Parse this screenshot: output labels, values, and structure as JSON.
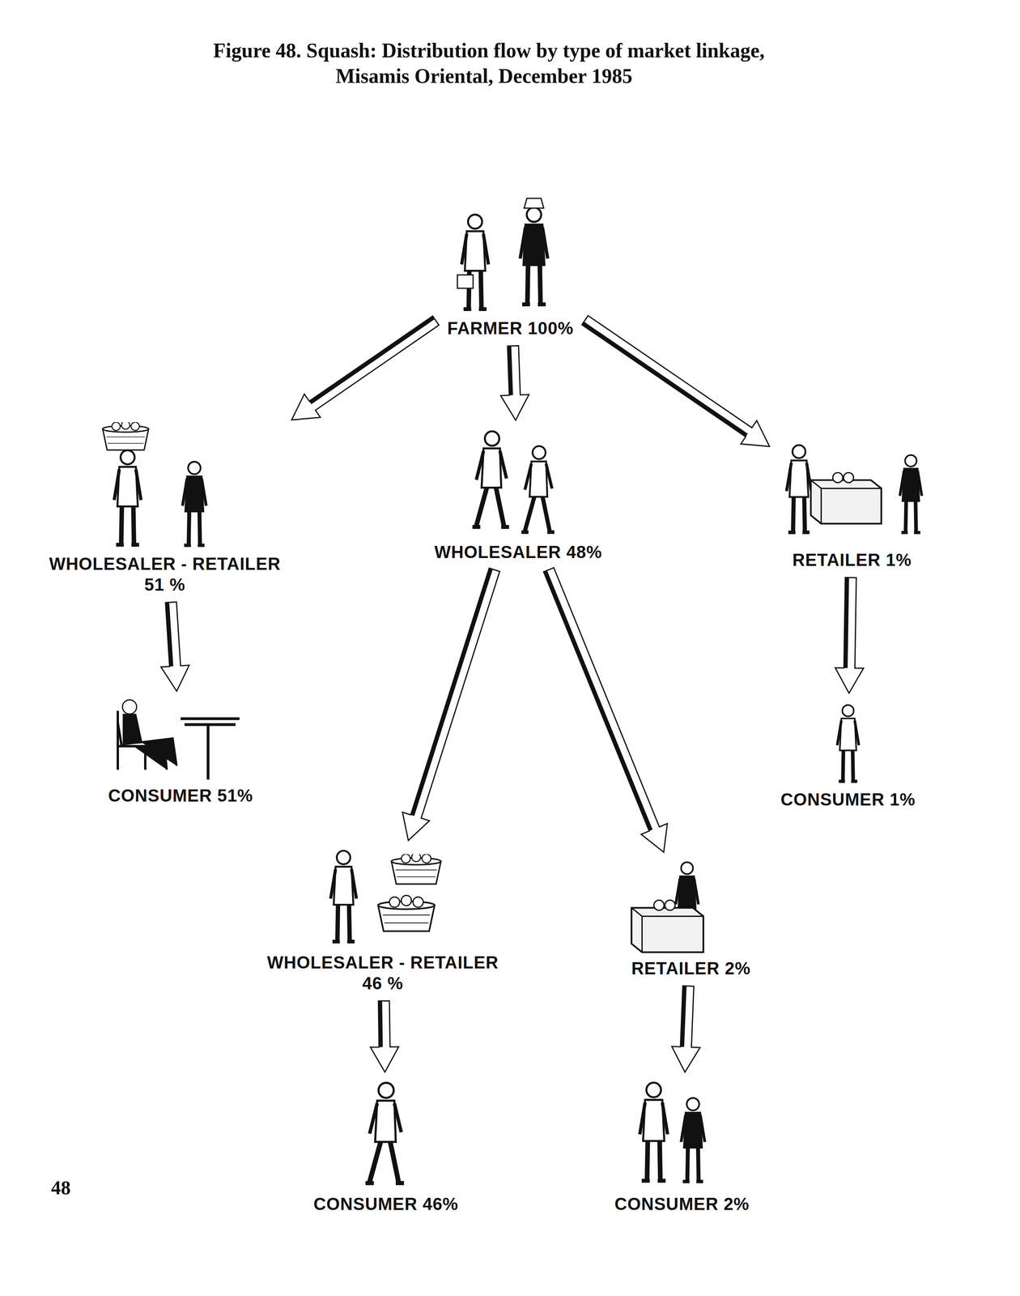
{
  "diagram": {
    "title": "Figure 48. Squash: Distribution flow by type of market linkage, Misamis Oriental, December 1985",
    "nodes": [
      {
        "text": [
          "FARMER 100%"
        ]
      },
      {
        "text": [
          "WHOLESALER - RETAILER",
          "51 %"
        ]
      },
      {
        "text": [
          "WHOLESALER 48%"
        ]
      },
      {
        "text": [
          "RETAILER 1%"
        ]
      },
      {
        "text": [
          "CONSUMER 51%"
        ]
      },
      {
        "text": [
          "CONSUMER 1%"
        ]
      },
      {
        "text": [
          "WHOLESALER - RETAILER",
          "46 %"
        ]
      },
      {
        "text": [
          "RETAILER 2%"
        ]
      },
      {
        "text": [
          "CONSUMER 46%"
        ]
      },
      {
        "text": [
          "CONSUMER 2%"
        ]
      }
    ],
    "edges": [
      {
        "from": 0,
        "to": 1,
        "arrow": "to"
      },
      {
        "from": 0,
        "to": 2,
        "arrow": "to"
      },
      {
        "from": 0,
        "to": 3,
        "arrow": "to"
      },
      {
        "from": 1,
        "to": 4,
        "arrow": "to"
      },
      {
        "from": 3,
        "to": 5,
        "arrow": "to"
      },
      {
        "from": 2,
        "to": 6,
        "arrow": "to"
      },
      {
        "from": 2,
        "to": 7,
        "arrow": "to"
      },
      {
        "from": 6,
        "to": 8,
        "arrow": "to"
      },
      {
        "from": 7,
        "to": 9,
        "arrow": "to"
      }
    ],
    "labels": [
      "48"
    ]
  }
}
